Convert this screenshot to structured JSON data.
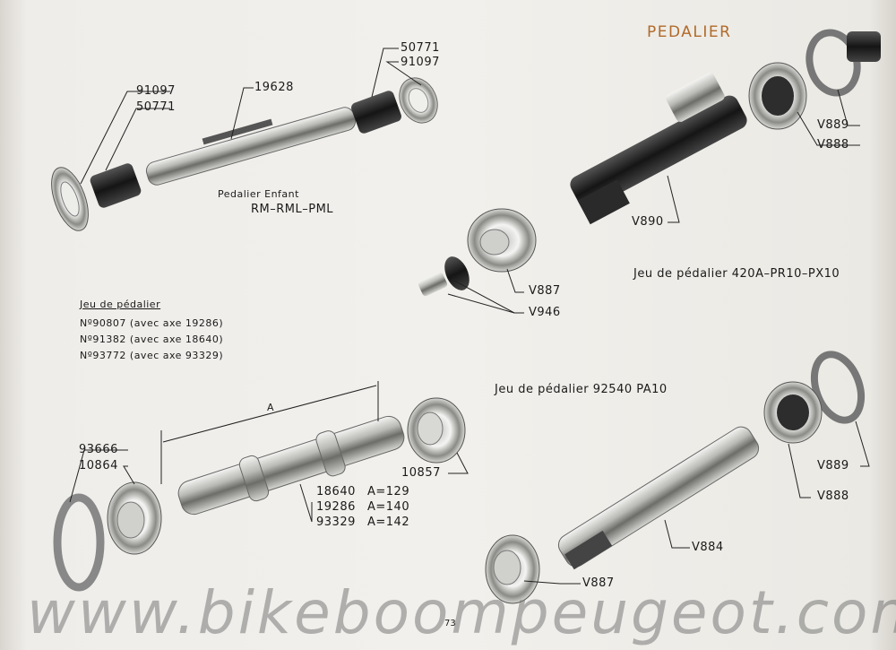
{
  "header": {
    "title": "PEDALIER"
  },
  "top_left": {
    "labels": {
      "a": "91097",
      "b": "50771",
      "c": "19628",
      "d": "50771",
      "e": "91097"
    },
    "caption_line1": "Pedalier  Enfant",
    "caption_line2": "RM–RML–PML"
  },
  "top_right": {
    "v889": "V889",
    "v888": "V888",
    "v890": "V890",
    "v887": "V887",
    "v946": "V946",
    "caption": "Jeu de pédalier  420A–PR10–PX10"
  },
  "left_info": {
    "heading": "Jeu de pédalier",
    "lines": [
      "Nº90807 (avec axe 19286)",
      "Nº91382 (avec axe 18640)",
      "Nº93772 (avec axe 93329)"
    ]
  },
  "bottom_left": {
    "dim_label": "A",
    "l93666": "93666",
    "l10864": "10864",
    "l10857": "10857",
    "axes": [
      {
        "ref": "18640",
        "a": "A=129"
      },
      {
        "ref": "19286",
        "a": "A=140"
      },
      {
        "ref": "93329",
        "a": "A=142"
      }
    ]
  },
  "bottom_right": {
    "caption": "Jeu de pédalier 92540  PA10",
    "v889": "V889",
    "v888": "V888",
    "v884": "V884",
    "v887": "V887"
  },
  "footer": {
    "watermark": "www.bikeboompeugeot.com",
    "page_number": "73"
  }
}
